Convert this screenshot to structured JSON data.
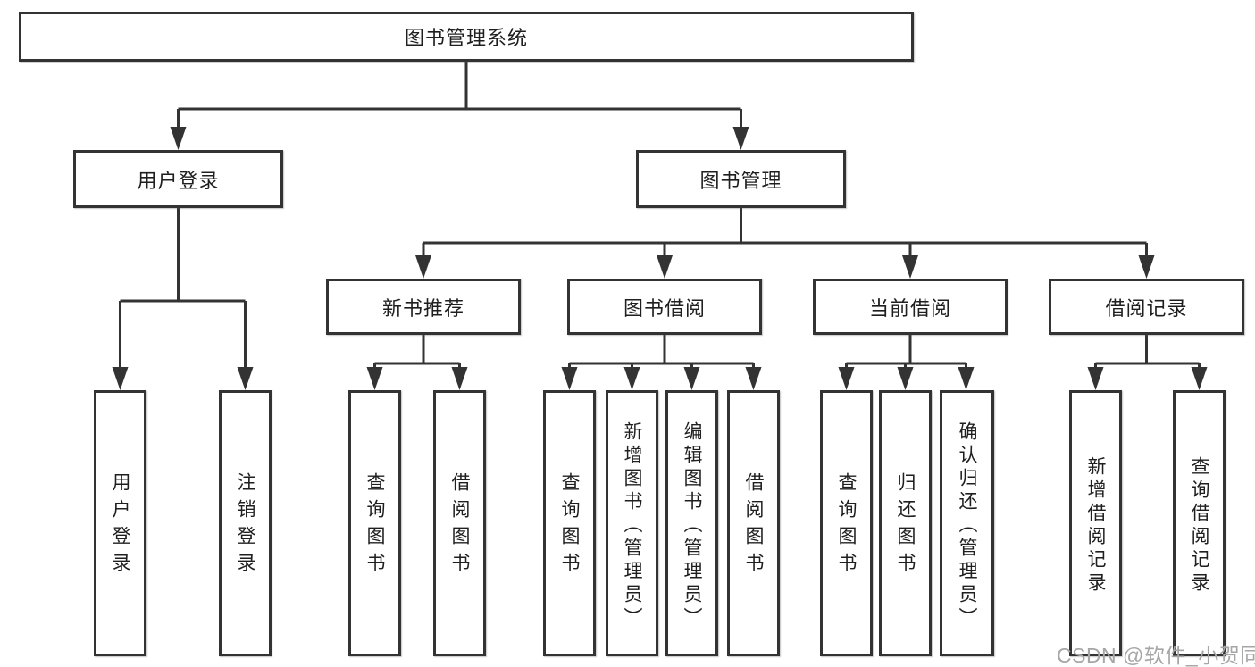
{
  "nodes": {
    "root": "图书管理系统",
    "user_login": "用户登录",
    "book_mgmt": "图书管理",
    "new_book_rec": "新书推荐",
    "book_borrow": "图书借阅",
    "current_borrow": "当前借阅",
    "borrow_record": "借阅记录",
    "ul_user_login": "用户登录",
    "ul_logout": "注销登录",
    "nb_query_book": "查询图书",
    "nb_borrow_book": "借阅图书",
    "bb_query_book": "查询图书",
    "bb_add_book": "新增图书（管理员）",
    "bb_edit_book": "编辑图书（管理员）",
    "bb_borrow_book": "借阅图书",
    "cb_query_book": "查询图书",
    "cb_return_book": "归还图书",
    "cb_confirm_return": "确认归还（管理员）",
    "br_add_record": "新增借阅记录",
    "br_query_record": "查询借阅记录"
  },
  "watermark": "CSDN @软件_小贺同学",
  "colors": {
    "line": "#333333",
    "box_border": "#333333",
    "box_fill": "#ffffff",
    "text": "#1f1f1f",
    "watermark": "#a6a6a6"
  }
}
